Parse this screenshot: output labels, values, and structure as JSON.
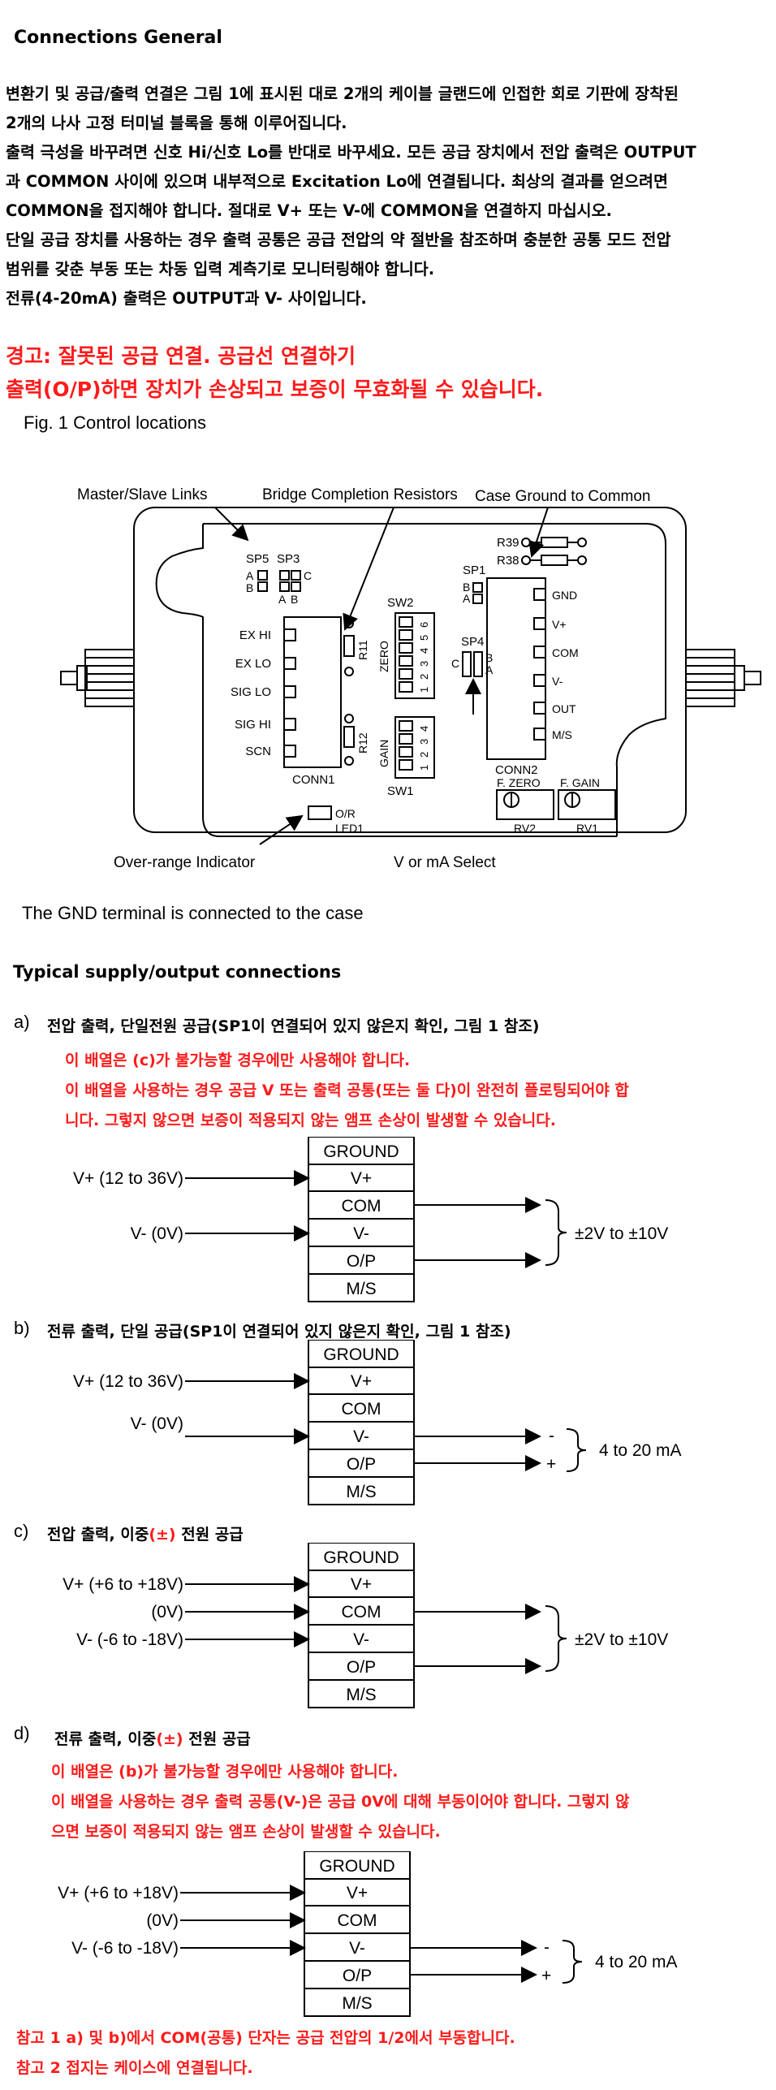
{
  "heading": "Connections General",
  "intro_lines": [
    "변환기 및 공급/출력 연결은 그림 1에 표시된 대로 2개의 케이블 글랜드에 인접한 회로 기판에 장착된",
    "2개의 나사 고정 터미널 블록을 통해 이루어집니다.",
    "출력 극성을 바꾸려면 신호 Hi/신호 Lo를 반대로 바꾸세요. 모든 공급 장치에서 전압 출력은 OUTPUT",
    "과 COMMON 사이에 있으며 내부적으로 Excitation Lo에 연결됩니다. 최상의 결과를 얻으려면",
    "COMMON을 접지해야 합니다. 절대로 V+ 또는 V-에 COMMON을 연결하지 마십시오.",
    "단일 공급 장치를 사용하는 경우 출력 공통은 공급 전압의 약 절반을 참조하며 충분한 공통 모드 전압",
    "범위를 갖춘 부동 또는 차동 입력 계측기로 모니터링해야 합니다.",
    "전류(4-20mA) 출력은 OUTPUT과 V- 사이입니다."
  ],
  "warning_lines": [
    "경고: 잘못된 공급 연결. 공급선 연결하기",
    "출력(O/P)하면 장치가 손상되고 보증이 무효화될 수 있습니다."
  ],
  "fig_caption": "Fig. 1  Control locations",
  "figure": {
    "callouts": {
      "master_slave": "Master/Slave Links",
      "bridge": "Bridge Completion Resistors",
      "case_ground": "Case Ground to Common",
      "over_range": "Over-range Indicator",
      "v_or_ma": "V or mA Select"
    },
    "conn1_terminals": [
      "EX HI",
      "EX LO",
      "SIG LO",
      "SIG HI",
      "SCN"
    ],
    "conn1_label": "CONN1",
    "conn2_terminals": [
      "GND",
      "V+",
      "COM",
      "V-",
      "OUT",
      "M/S"
    ],
    "conn2_label": "CONN2",
    "sp5": "SP5",
    "sp3": "SP3",
    "sp1": "SP1",
    "sp4": "SP4",
    "ltr_a": "A",
    "ltr_b": "B",
    "ltr_c": "C",
    "r11": "R11",
    "r12": "R12",
    "r38": "R38",
    "r39": "R39",
    "zero": "ZERO",
    "gain": "GAIN",
    "sw1": "SW1",
    "sw2": "SW2",
    "sw2_numbers": [
      "6",
      "5",
      "4",
      "3",
      "2",
      "1"
    ],
    "sw1_numbers": [
      "4",
      "3",
      "2",
      "1"
    ],
    "led": "O/R",
    "led_label": "LED1",
    "f_zero": "F. ZERO",
    "f_gain": "F. GAIN",
    "rv2": "RV2",
    "rv1": "RV1"
  },
  "gnd_note": "The GND terminal is connected to the case",
  "typical_heading": "Typical supply/output connections",
  "table_rows": [
    "GROUND",
    "V+",
    "COM",
    "V-",
    "O/P",
    "M/S"
  ],
  "sections": {
    "a": {
      "letter": "a)",
      "title": "전압 출력, 단일전원 공급(SP1이 연결되어 있지 않은지 확인, 그림 1 참조)",
      "notes": [
        "이 배열은 (c)가 불가능할 경우에만 사용해야 합니다.",
        "이 배열을 사용하는 경우 공급 V 또는 출력 공통(또는 둘 다)이 완전히 플로팅되어야 합",
        "니다. 그렇지 않으면 보증이 적용되지 않는 앰프 손상이 발생할 수 있습니다."
      ],
      "inputs": [
        "V+ (12 to 36V)",
        "V- (0V)"
      ],
      "output": "±2V to ±10V"
    },
    "b": {
      "letter": "b)",
      "title": "전류 출력, 단일 공급(SP1이 연결되어 있지 않은지 확인, 그림 1 참조)",
      "inputs": [
        "V+ (12 to 36V)",
        "V- (0V)"
      ],
      "minus": "-",
      "plus": "+",
      "output": "4 to 20 mA"
    },
    "c": {
      "letter": "c)",
      "title_pre": "전압 출력, 이중",
      "title_pm": "(±)",
      "title_post": "  전원 공급",
      "inputs": [
        "V+ (+6 to +18V)",
        "(0V)",
        "V- (-6 to -18V)"
      ],
      "output": "±2V to ±10V"
    },
    "d": {
      "letter": "d)",
      "title_pre": "전류 출력, 이중",
      "title_pm": "(±)",
      "title_post": "  전원 공급",
      "notes": [
        "이 배열은 (b)가 불가능할 경우에만 사용해야 합니다.",
        "이 배열을 사용하는 경우 출력 공통(V-)은 공급 0V에 대해 부동이어야 합니다. 그렇지 않",
        "으면 보증이 적용되지 않는 앰프 손상이 발생할 수 있습니다."
      ],
      "inputs": [
        "V+ (+6 to +18V)",
        "(0V)",
        "V- (-6 to -18V)"
      ],
      "minus": "-",
      "plus": "+",
      "output": "4 to 20 mA"
    }
  },
  "footnotes": [
    "참고 1 a) 및 b)에서 COM(공통) 단자는 공급 전압의 1/2에서 부동합니다.",
    "참고 2 접지는 케이스에 연결됩니다."
  ]
}
